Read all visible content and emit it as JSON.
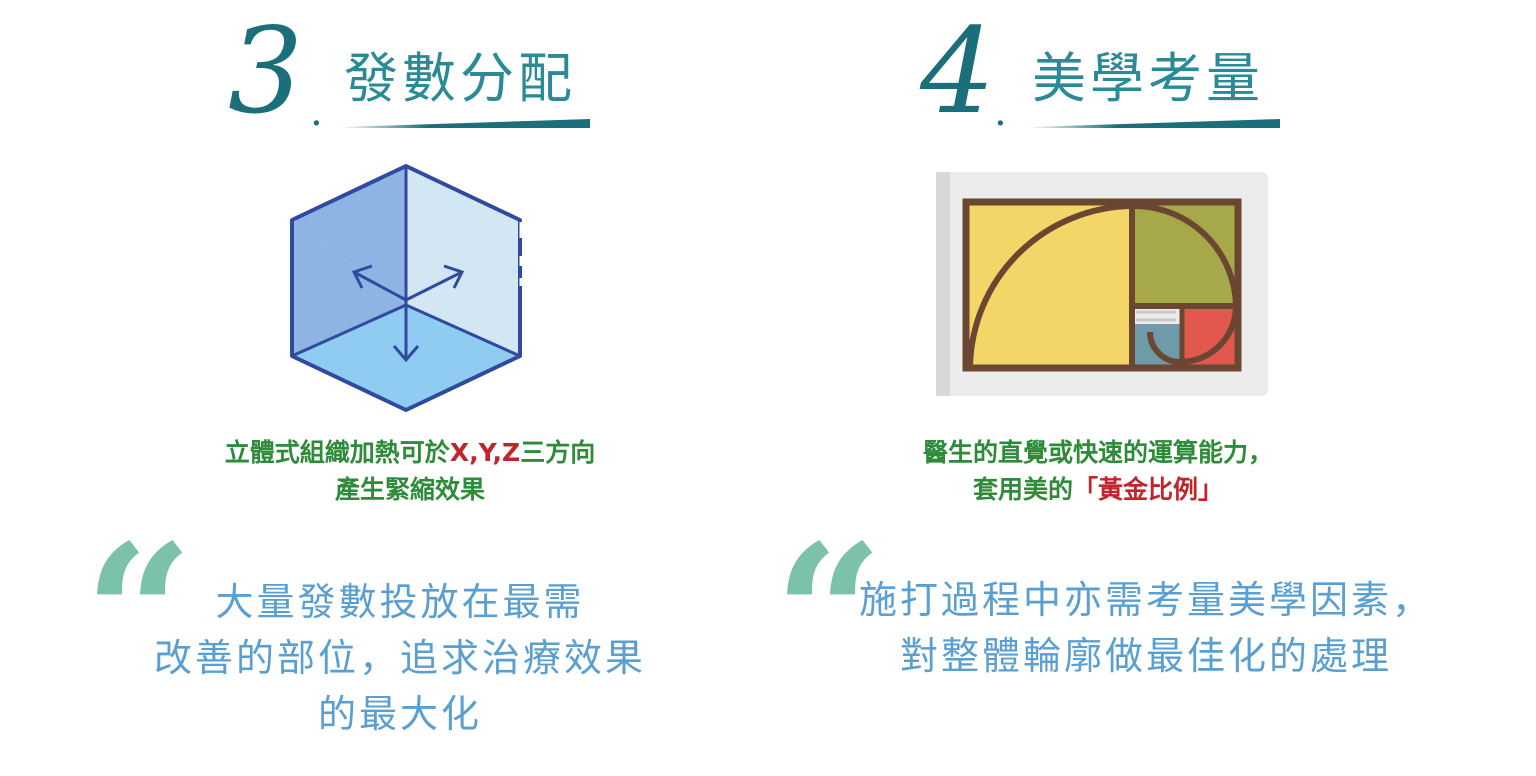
{
  "left": {
    "number": "3",
    "dot": ".",
    "heading": "發數分配",
    "caption": {
      "line1_start": "立體式組織加熱可於",
      "line1_highlight": "X,Y,Z",
      "line1_end": "三方向",
      "line2": "產生緊縮效果"
    },
    "quote_mark": "“",
    "quote": {
      "line1": "大量發數投放在最需",
      "line2": "改善的部位，追求治療效果",
      "line3": "的最大化"
    }
  },
  "right": {
    "number": "4",
    "dot": ".",
    "heading": "美學考量",
    "caption": {
      "line1": "醫生的直覺或快速的運算能力，",
      "line2_start": "套用美的",
      "line2_highlight": "「黃金比例」"
    },
    "quote_mark": "“",
    "quote": {
      "line1": "施打過程中亦需考量美學因素，",
      "line2": "對整體輪廓做最佳化的處理"
    }
  },
  "colors": {
    "teal": "#1b6f7a",
    "heading": "#2a8a95",
    "caption_green": "#2e8b3a",
    "caption_red": "#c0252b",
    "quote_mark": "#7cc1a9",
    "quote_text": "#5a9fd1"
  },
  "icons": {
    "left": "3d-cube-arrows-icon",
    "right": "golden-ratio-icon"
  }
}
